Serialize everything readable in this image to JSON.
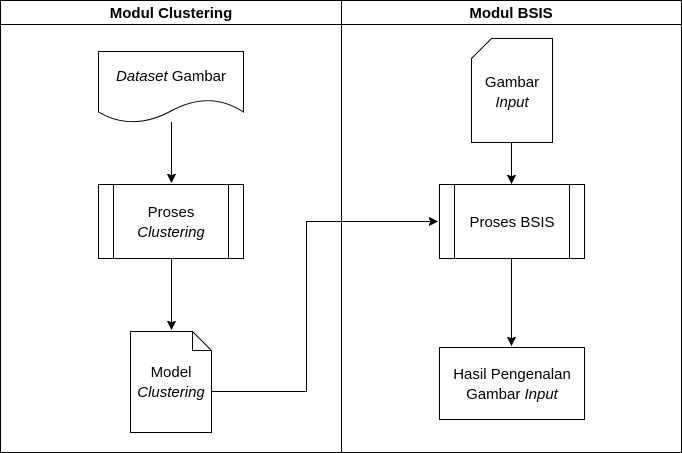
{
  "lanes": [
    {
      "title": "Modul Clustering"
    },
    {
      "title": "Modul BSIS"
    }
  ],
  "nodes": {
    "dataset": {
      "italic": "Dataset",
      "plain": " Gambar"
    },
    "proses_clustering": {
      "line1": "Proses",
      "line2": "Clustering"
    },
    "model_clustering": {
      "line1": "Model",
      "line2": "Clustering"
    },
    "gambar_input": {
      "line1": "Gambar",
      "line2": "Input"
    },
    "proses_bsis": {
      "line1": "Proses BSIS"
    },
    "hasil": {
      "line1": "Hasil Pengenalan",
      "line2_plain": "Gambar ",
      "line2_italic": "Input"
    }
  },
  "edges": [
    {
      "from": "dataset",
      "to": "proses_clustering"
    },
    {
      "from": "proses_clustering",
      "to": "model_clustering"
    },
    {
      "from": "model_clustering",
      "to": "proses_bsis"
    },
    {
      "from": "gambar_input",
      "to": "proses_bsis"
    },
    {
      "from": "proses_bsis",
      "to": "hasil"
    }
  ],
  "colors": {
    "stroke": "#000000",
    "fill": "#ffffff"
  }
}
